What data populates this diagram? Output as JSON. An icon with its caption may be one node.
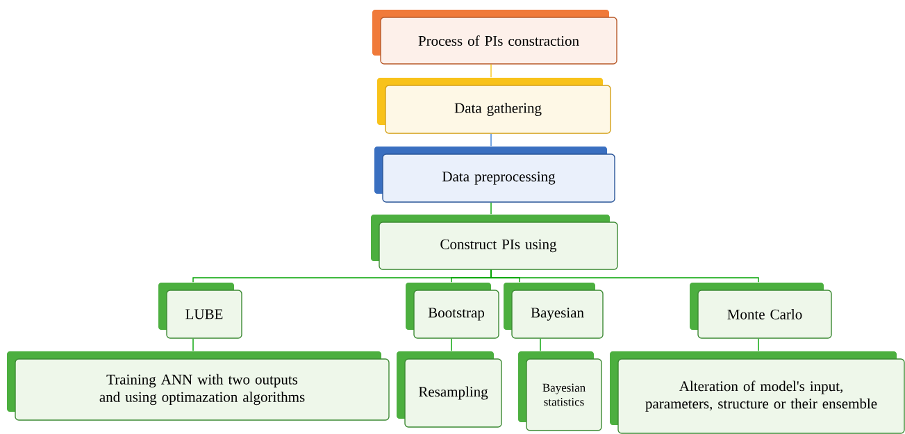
{
  "diagram": {
    "nodes": [
      {
        "text": [
          "Process of PIs constraction"
        ]
      },
      {
        "text": [
          "Data gathering"
        ]
      },
      {
        "text": [
          "Data preprocessing"
        ]
      },
      {
        "text": [
          "Construct PIs using"
        ]
      },
      {
        "text": [
          "LUBE"
        ]
      },
      {
        "text": [
          "Bootstrap"
        ]
      },
      {
        "text": [
          "Bayesian"
        ]
      },
      {
        "text": [
          "Monte Carlo"
        ]
      },
      {
        "text": [
          "Training ANN with two outputs and using optimazation algorithms"
        ]
      },
      {
        "text": [
          "Resampling"
        ]
      },
      {
        "text": [
          "Bayesian statistics"
        ]
      },
      {
        "text": [
          "Alteration of model's input, parameters, structure or their ensemble"
        ]
      }
    ],
    "edges": [
      {
        "from": 0,
        "to": 1,
        "arrow": "none",
        "color": "#f5c518"
      },
      {
        "from": 1,
        "to": 2,
        "arrow": "none",
        "color": "#3a7fd5"
      },
      {
        "from": 2,
        "to": 3,
        "arrow": "none"
      },
      {
        "from": 3,
        "to": 4,
        "arrow": "none"
      },
      {
        "from": 3,
        "to": 5,
        "arrow": "none"
      },
      {
        "from": 3,
        "to": 6,
        "arrow": "none"
      },
      {
        "from": 3,
        "to": 7,
        "arrow": "none"
      },
      {
        "from": 4,
        "to": 8,
        "arrow": "none"
      },
      {
        "from": 5,
        "to": 9,
        "arrow": "none"
      },
      {
        "from": 6,
        "to": 10,
        "arrow": "none"
      },
      {
        "from": 7,
        "to": 11,
        "arrow": "none"
      }
    ]
  }
}
